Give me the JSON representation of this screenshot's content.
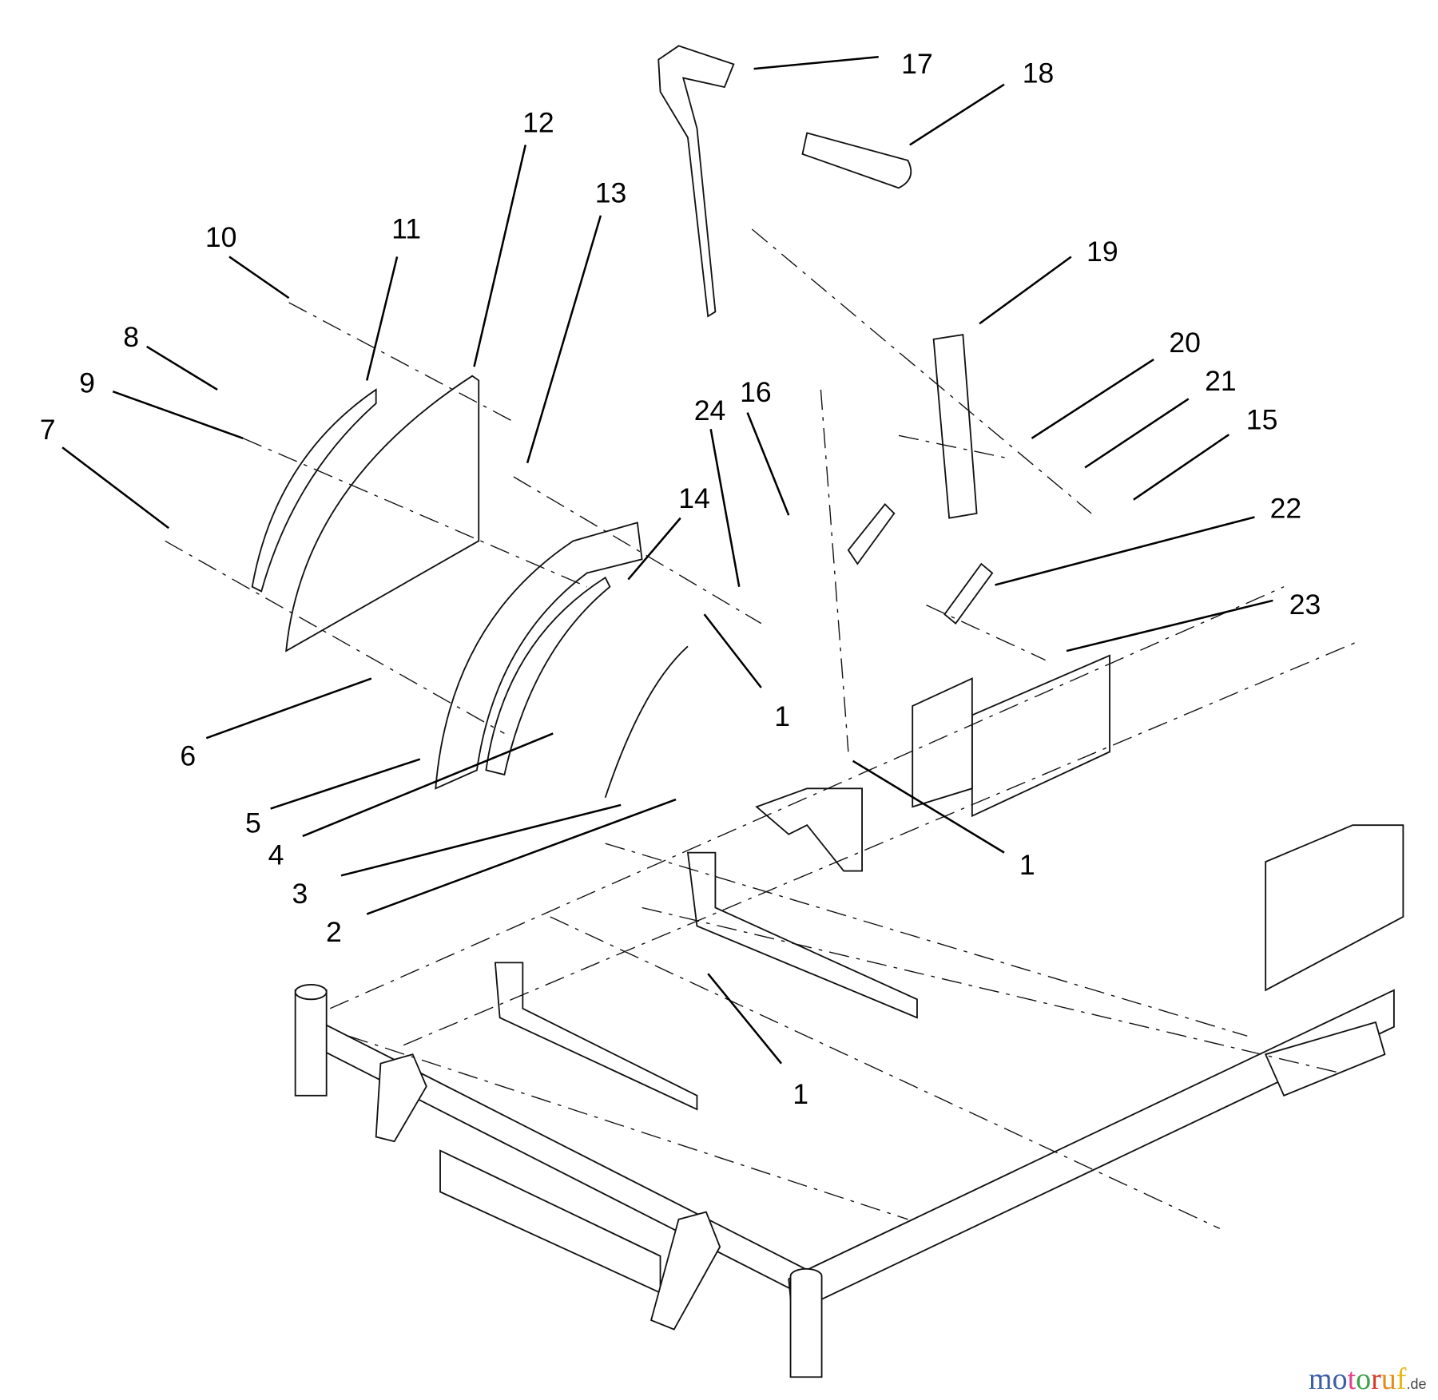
{
  "diagram": {
    "callouts": [
      "17",
      "18",
      "12",
      "13",
      "10",
      "11",
      "8",
      "9",
      "7",
      "19",
      "20",
      "21",
      "15",
      "24",
      "16",
      "14",
      "22",
      "23",
      "1",
      "1",
      "1",
      "6",
      "5",
      "4",
      "3",
      "2"
    ],
    "watermark": {
      "letters": [
        "m",
        "o",
        "t",
        "o",
        "r",
        "u",
        "f"
      ],
      "colors": [
        "#3a5fa8",
        "#3a5fa8",
        "#e0458a",
        "#3aa34a",
        "#d93b2b",
        "#e88a1a",
        "#e8b81a"
      ],
      "tld": ".de"
    }
  }
}
